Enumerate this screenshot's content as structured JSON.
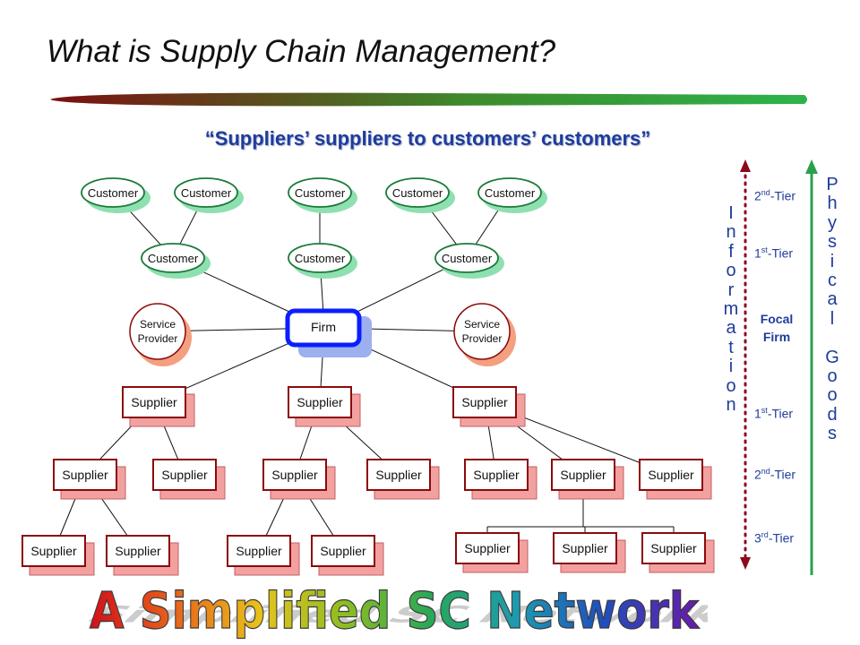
{
  "title": "What is Supply Chain Management?",
  "subtitle": "“Suppliers’ suppliers to customers’ customers”",
  "network": {
    "firm": "Firm",
    "customer": "Customer",
    "service_provider_line1": "Service",
    "service_provider_line2": "Provider",
    "supplier": "Supplier"
  },
  "tiers": {
    "top_2nd": {
      "num": "2",
      "suf": "nd",
      "word": "-Tier"
    },
    "top_1st": {
      "num": "1",
      "suf": "st",
      "word": "-Tier"
    },
    "focal_line1": "Focal",
    "focal_line2": "Firm",
    "bottom_1st": {
      "num": "1",
      "suf": "st",
      "word": "-Tier"
    },
    "bottom_2nd": {
      "num": "2",
      "suf": "nd",
      "word": "-Tier"
    },
    "bottom_3rd": {
      "num": "3",
      "suf": "rd",
      "word": "-Tier"
    }
  },
  "information_label": "Information",
  "physical_goods_label": "Physical Goods",
  "banner_text": "A Simplified SC Network",
  "colors": {
    "title_text": "#111111",
    "accent_blue": "#1f3c9c",
    "customer_fill": "#ffffff",
    "customer_shadow": "#8fe0b0",
    "customer_border": "#1a7a3a",
    "supplier_border": "#8b0a0a",
    "supplier_shadow": "#f3a0a0",
    "service_shadow": "#f4a080",
    "firm_border": "#0a1eff",
    "firm_shadow": "#9cb0f0",
    "info_arrow": "#8b0a1a",
    "goods_arrow": "#2aa04a"
  }
}
